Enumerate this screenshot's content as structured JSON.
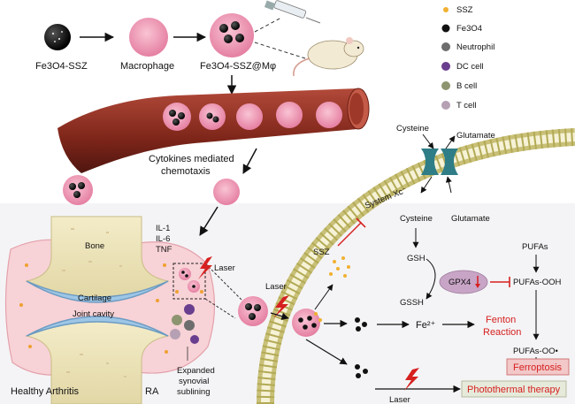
{
  "top_row": {
    "fe3o4_ssz": "Fe3O4-SSZ",
    "macrophage": "Macrophage",
    "fe3o4_ssz_mphi": "Fe3O4-SSZ@Mφ"
  },
  "legend": {
    "items": [
      {
        "label": "SSZ",
        "color": "#f0b030"
      },
      {
        "label": "Fe3O4",
        "color": "#111111"
      },
      {
        "label": "Neutrophil",
        "color": "#6d6d6d"
      },
      {
        "label": "DC cell",
        "color": "#6a3e8e"
      },
      {
        "label": "B cell",
        "color": "#8d9570"
      },
      {
        "label": "T cell",
        "color": "#b6a0b4"
      }
    ]
  },
  "vessel": {
    "chemotaxis_line1": "Cytokines mediated",
    "chemotaxis_line2": "chemotaxis"
  },
  "joint": {
    "bone": "Bone",
    "cartilage": "Cartilage",
    "joint_cavity": "Joint cavity",
    "il1": "IL-1",
    "il6": "IL-6",
    "tnf": "TNF",
    "laser": "Laser",
    "healthy": "Healthy Arthritis",
    "ra": "RA",
    "expanded_1": "Expanded",
    "expanded_2": "synovial",
    "expanded_3": "sublining"
  },
  "cell": {
    "cysteine_out": "Cysteine",
    "glutamate_out": "Glutamate",
    "system_xc": "System Xc⁻",
    "cysteine_in": "Cysteine",
    "glutamate_in": "Glutamate",
    "ssz": "SSZ",
    "laser_mid": "Laser",
    "gsh": "GSH",
    "gssh": "GSSH",
    "gpx4": "GPX4",
    "pufas": "PUFAs",
    "pufas_ooh": "PUFAs-OOH",
    "fe2": "Fe²⁺",
    "fenton_1": "Fenton",
    "fenton_2": "Reaction",
    "pufas_oo": "PUFAs-OO•",
    "ferroptosis": "Ferroptosis",
    "laser_bottom": "Laser",
    "photothermal": "Photothermal therapy"
  },
  "colors": {
    "macrophage": "#f2a0bc",
    "vessel": "#8a2e22",
    "red_text": "#d6201f",
    "membrane": "#b7b060",
    "transporter": "#2f7d86"
  }
}
